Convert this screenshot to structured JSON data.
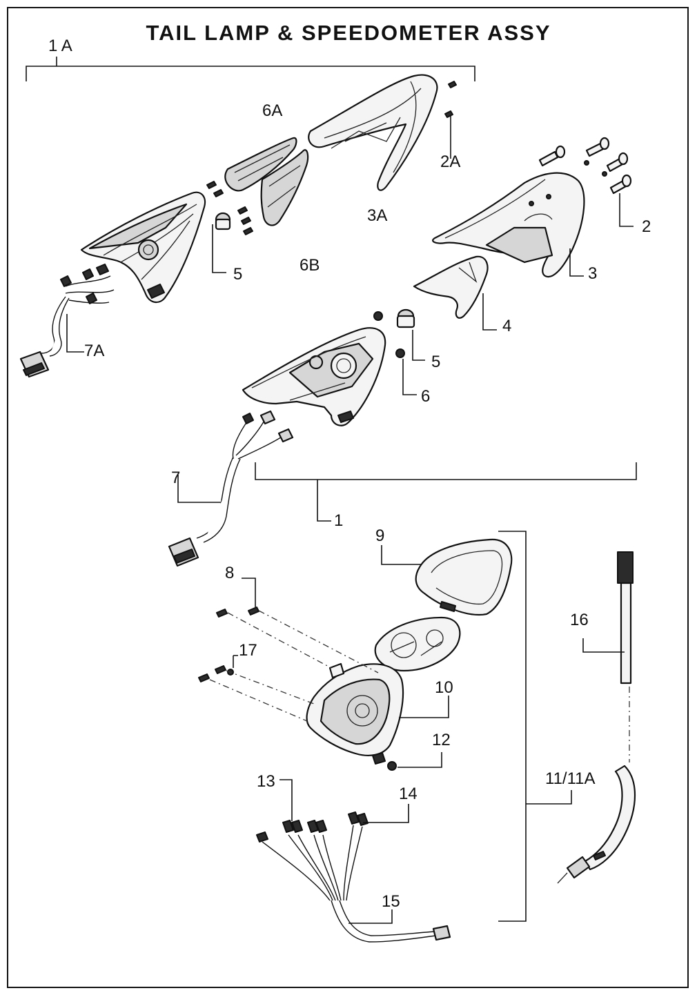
{
  "title": "TAIL LAMP & SPEEDOMETER ASSY",
  "labels": {
    "l1": "1",
    "l1A": "1 A",
    "l2": "2",
    "l2A": "2A",
    "l3": "3",
    "l3A": "3A",
    "l4": "4",
    "l5a": "5",
    "l5b": "5",
    "l6": "6",
    "l6A": "6A",
    "l6B": "6B",
    "l7": "7",
    "l7A": "7A",
    "l8": "8",
    "l9": "9",
    "l10": "10",
    "l11": "11/11A",
    "l12": "12",
    "l13": "13",
    "l14": "14",
    "l15": "15",
    "l16": "16",
    "l17": "17"
  },
  "colors": {
    "line": "#111111",
    "background": "#ffffff"
  }
}
